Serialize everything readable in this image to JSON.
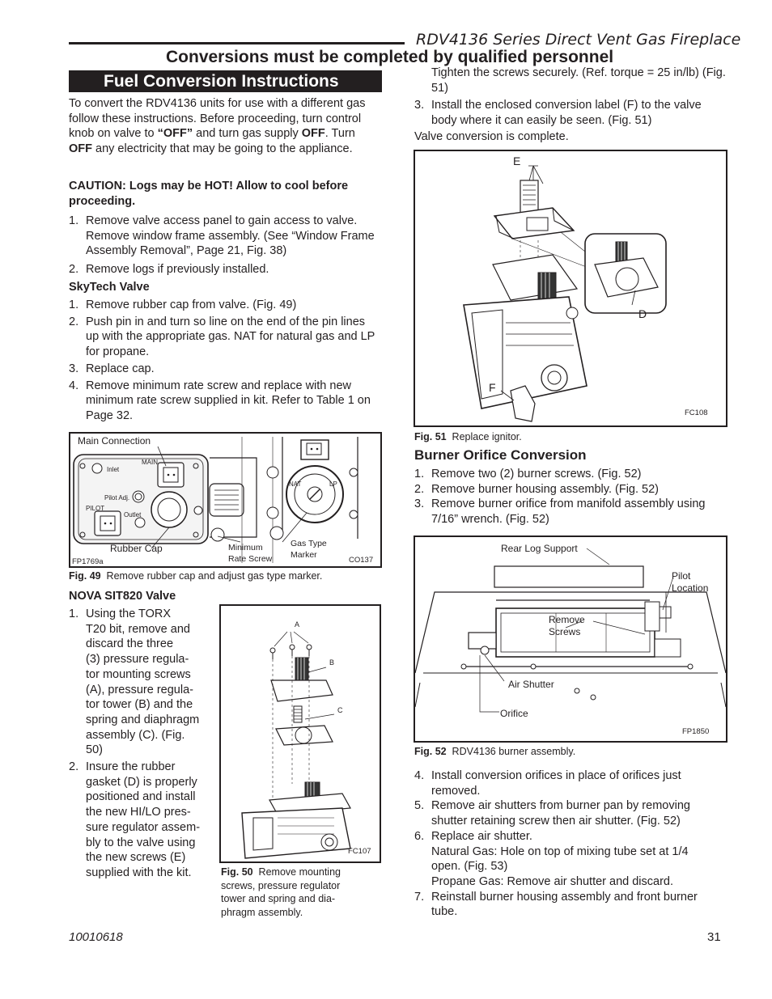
{
  "header": {
    "doc_title": "RDV4136 Series Direct Vent Gas Fireplace",
    "warning": "Conversions must be completed by qualified personnel",
    "section_title": "Fuel Conversion Instructions"
  },
  "left": {
    "intro_1": "To convert the RDV4136 units for use with a different gas follow these instructions. Before proceeding, turn control knob on valve to ",
    "intro_off_q": "“OFF”",
    "intro_2": " and turn gas supply ",
    "intro_off_a": "OFF",
    "intro_3": ". Turn ",
    "intro_off_b": "OFF",
    "intro_4": " any electricity that may be going to the appliance.",
    "caution": "CAUTION: Logs may be HOT! Allow to cool before proceeding.",
    "steps": [
      {
        "n": "1.",
        "text": "Remove valve access panel to gain access to valve. Remove window frame assembly. (See “Window Frame Assembly Removal”, Page 21, Fig. 38)"
      },
      {
        "n": "2.",
        "text": "Remove logs if previously installed."
      }
    ],
    "skytech_head": "SkyTech Valve",
    "skytech_steps": [
      {
        "n": "1.",
        "text": "Remove rubber cap from valve.  (Fig. 49)"
      },
      {
        "n": "2.",
        "text": "Push pin in and turn so line on the end of the pin lines up with the appropriate gas. NAT for natural gas and LP for propane."
      },
      {
        "n": "3.",
        "text": "Replace cap."
      },
      {
        "n": "4.",
        "text": "Remove minimum rate screw and replace with new minimum rate screw supplied in kit. Refer to Table 1 on Page 32."
      }
    ],
    "fig49": {
      "main_connection": "Main Connection",
      "main": "MAIN",
      "inlet": "Inlet",
      "pilot_adj": "Pilot Adj.",
      "pilot": "PILOT",
      "outlet": "Outlet",
      "rubber_cap": "Rubber Cap",
      "minimum": "Minimum",
      "rate_screw": "Rate Screw",
      "gas_type": "Gas Type",
      "marker": "Marker",
      "code_left": "FP1769a",
      "code_right": "CO137",
      "nat": "NAT",
      "lp": "LP",
      "caption_label": "Fig. 49",
      "caption_text": "Remove rubber cap and adjust gas type marker."
    },
    "nova_head": "NOVA SIT820 Valve",
    "nova_steps": [
      {
        "n": "1.",
        "lines": [
          "Using the TORX",
          "T20 bit, remove and",
          "discard the three",
          "(3) pressure regula-",
          "tor mounting screws",
          "(A), pressure regula-",
          "tor tower (B) and the",
          "spring and diaphragm",
          "assembly (C).  (Fig.",
          "50)"
        ]
      },
      {
        "n": "2.",
        "lines": [
          "Insure the rubber",
          "gasket (D) is properly",
          "positioned and install",
          "the new HI/LO pres-",
          "sure regulator assem-",
          "bly to the valve using",
          "the new screws (E)",
          "supplied with the kit."
        ]
      }
    ],
    "fig50": {
      "a": "A",
      "b": "B",
      "c": "C",
      "code": "FC107",
      "caption_label": "Fig. 50",
      "caption_lines": [
        "Remove mounting",
        "screws, pressure regulator",
        "tower and spring and dia-",
        "phragm assembly."
      ]
    }
  },
  "right": {
    "tighten": "Tighten the screws securely. (Ref. torque = 25 in/lb) (Fig. 51)",
    "step3": {
      "n": "3.",
      "text": "Install the enclosed conversion label (F) to the valve body where it can easily be seen. (Fig. 51)"
    },
    "complete": "Valve conversion is complete.",
    "fig51": {
      "e": "E",
      "d": "D",
      "f": "F",
      "code": "FC108",
      "caption_label": "Fig. 51",
      "caption_text": "Replace ignitor."
    },
    "burner_head": "Burner Orifice Conversion",
    "burner_steps": [
      {
        "n": "1.",
        "text": "Remove two (2) burner screws. (Fig. 52)"
      },
      {
        "n": "2.",
        "text": "Remove burner housing assembly. (Fig. 52)"
      },
      {
        "n": "3.",
        "text": "Remove burner orifice from manifold assembly using 7/16” wrench. (Fig. 52)"
      }
    ],
    "fig52": {
      "rear_log_support": "Rear Log Support",
      "pilot": "Pilot",
      "location": "Location",
      "remove": "Remove",
      "screws": "Screws",
      "air_shutter": "Air Shutter",
      "orifice": "Orifice",
      "code": "FP1850",
      "caption_label": "Fig. 52",
      "caption_text": "RDV4136 burner assembly."
    },
    "more_steps": [
      {
        "n": "4.",
        "lines": [
          "Install conversion orifices in place of orifices just",
          "removed."
        ]
      },
      {
        "n": "5.",
        "lines": [
          "Remove air shutters from burner pan by removing",
          "shutter retaining screw then air shutter. (Fig. 52)"
        ]
      },
      {
        "n": "6.",
        "lines": [
          "Replace air shutter.",
          "Natural Gas: Hole on top of mixing tube set at 1/4",
          "open. (Fig. 53)",
          "Propane Gas: Remove air shutter and discard."
        ]
      },
      {
        "n": "7.",
        "lines": [
          "Reinstall burner housing assembly and front burner",
          "tube."
        ]
      }
    ]
  },
  "footer": {
    "doc_number": "10010618",
    "page_number": "31"
  }
}
